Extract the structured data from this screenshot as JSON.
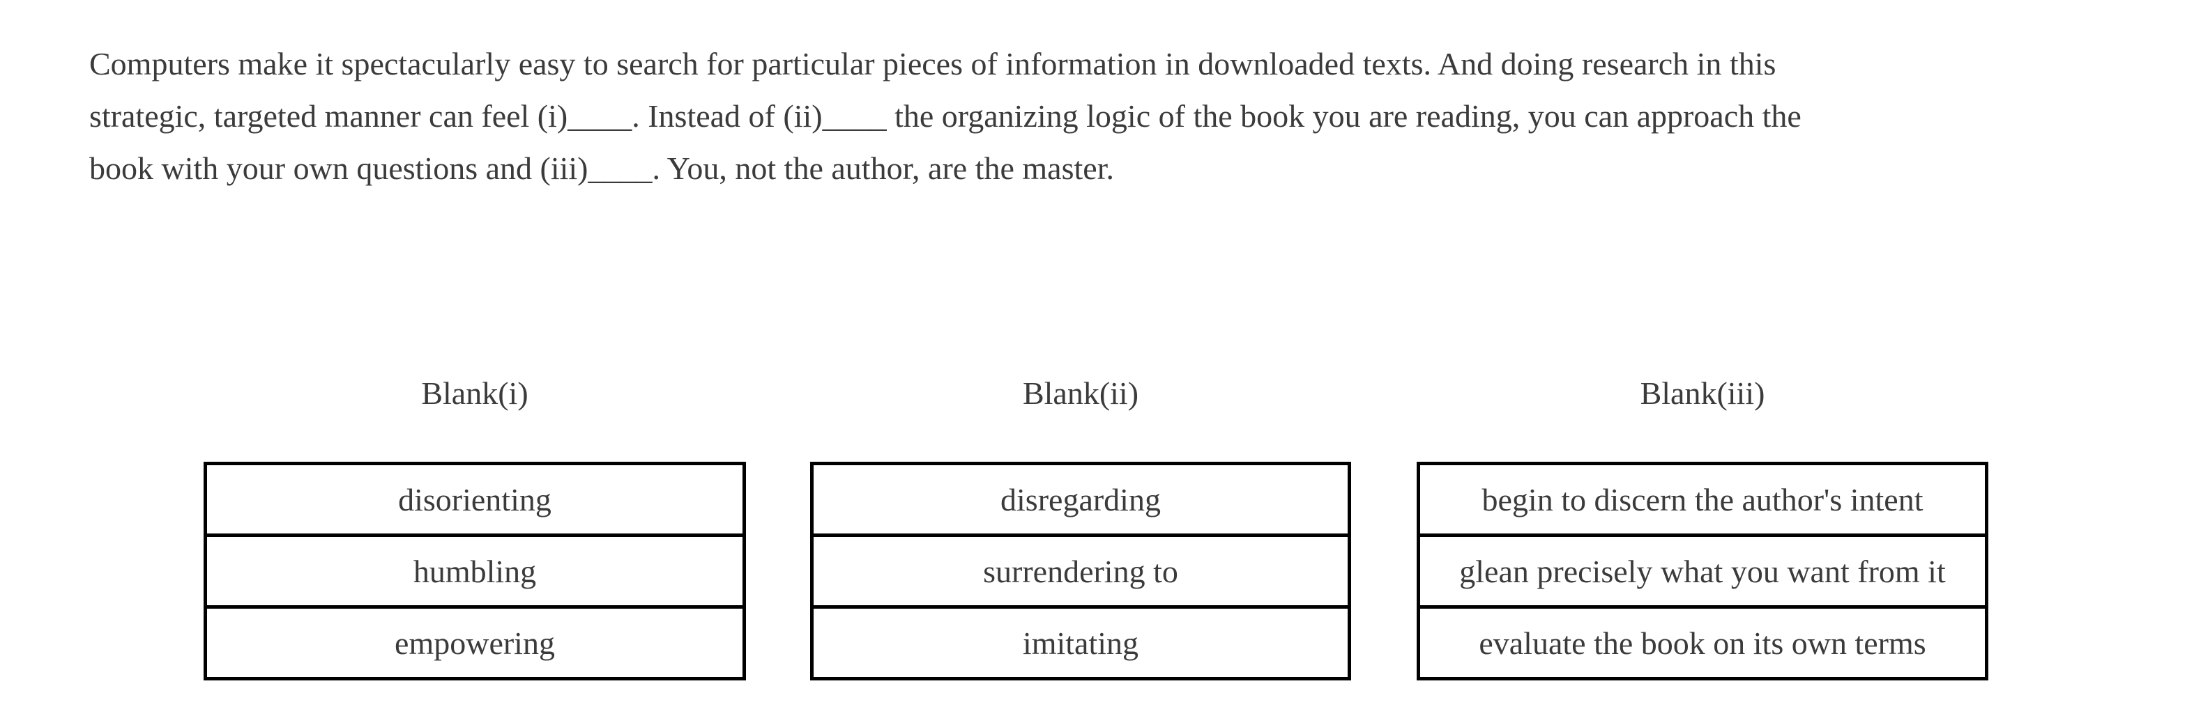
{
  "question": {
    "passage_lines": [
      "Computers make it spectacularly easy to search for particular pieces of information in downloaded texts. And doing research in this",
      "strategic, targeted manner can feel (i)____. Instead of (ii)____ the organizing logic of the book you are reading, you can approach the",
      "book with your own questions and (iii)____. You, not the author, are the master."
    ],
    "blanks": [
      {
        "label": "Blank(i)",
        "options": [
          "disorienting",
          "humbling",
          "empowering"
        ]
      },
      {
        "label": "Blank(ii)",
        "options": [
          "disregarding",
          "surrendering to",
          "imitating"
        ]
      },
      {
        "label": "Blank(iii)",
        "options": [
          "begin to discern the author's intent",
          "glean precisely what you want from it",
          "evaluate the book on its own terms"
        ]
      }
    ]
  },
  "colors": {
    "text": "#3b3b3b",
    "border": "#000000",
    "background": "#ffffff"
  }
}
